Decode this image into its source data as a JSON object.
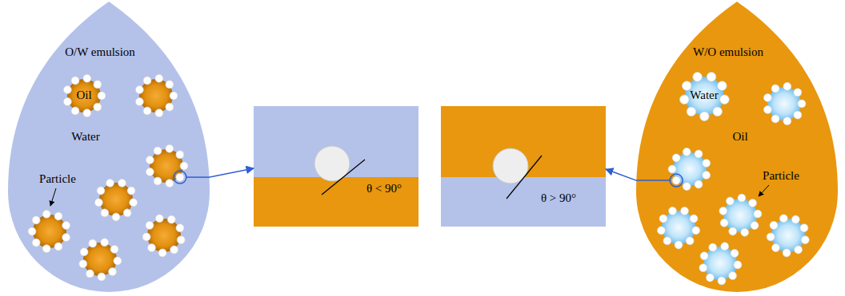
{
  "diagram": {
    "nodes": [
      {
        "text": [
          "O/W emulsion",
          "Water"
        ]
      },
      {
        "text": [
          "Oil"
        ],
        "in": 0
      },
      {
        "text": [
          "θ < 90°"
        ]
      },
      {
        "text": [
          "θ > 90°"
        ]
      },
      {
        "text": [
          "W/O emulsion",
          "Oil"
        ]
      },
      {
        "text": [
          "Water"
        ],
        "in": 4
      }
    ],
    "edges": [
      {
        "from": 0,
        "to": 2,
        "arrow": "to"
      },
      {
        "from": 4,
        "to": 3,
        "arrow": "to"
      }
    ],
    "labels": [
      "Particle",
      "Particle"
    ]
  }
}
